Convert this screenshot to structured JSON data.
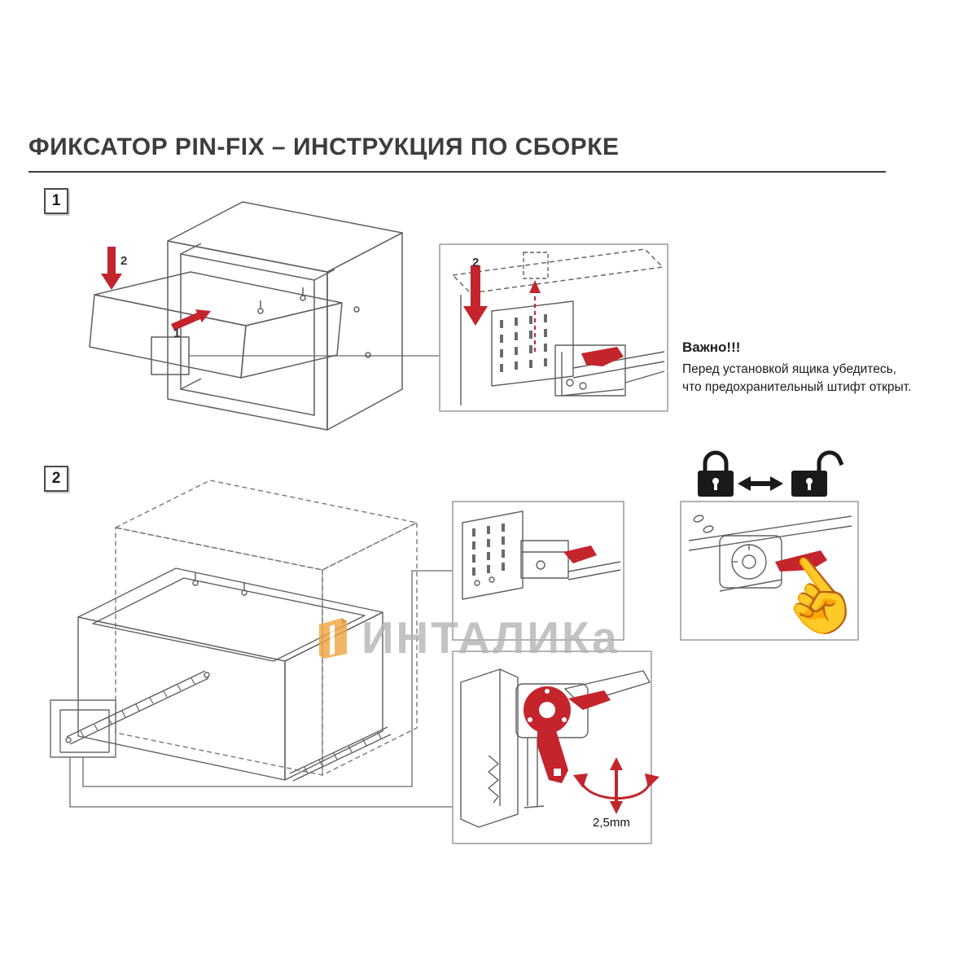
{
  "page": {
    "title": "ФИКСАТОР PIN-FIX – ИНСТРУКЦИЯ ПО СБОРКЕ"
  },
  "steps": {
    "step1": {
      "number": "1",
      "labels": {
        "arrow_down": "2",
        "arrow_insert": "1",
        "detail_arrow": "2"
      },
      "note": {
        "heading": "Важно!!!",
        "line1": "Перед установкой ящика убедитесь,",
        "line2": "что предохранительный штифт открыт."
      }
    },
    "step2": {
      "number": "2",
      "dimension": "2,5mm"
    }
  },
  "icons": {
    "hand": "☝"
  },
  "watermark": {
    "brand": "ИНТАЛИКа"
  },
  "colors": {
    "accent_red": "#c4242c",
    "line_gray": "#5f5f5f",
    "watermark_gray": "#b5b5b5",
    "logo_orange": "#f0a43c"
  }
}
